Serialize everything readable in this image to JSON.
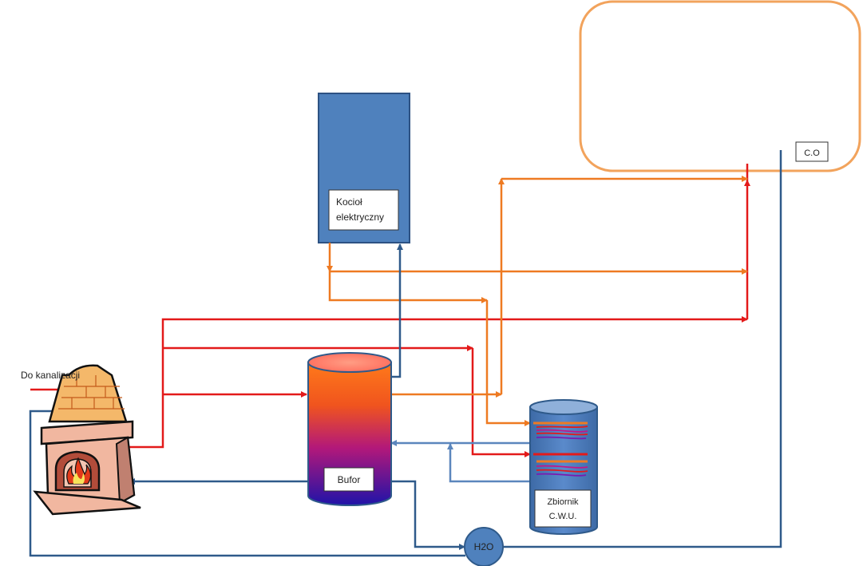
{
  "labels": {
    "kociol_line1": "Kocioł",
    "kociol_line2": "elektryczny",
    "bufor": "Bufor",
    "zbiornik_line1": "Zbiornik",
    "zbiornik_line2": "C.W.U.",
    "co": "C.O",
    "h2o": "H2O",
    "kanalizacja": "Do kanalizacji"
  },
  "colors": {
    "hot": "#e31a1a",
    "warm": "#ee7a22",
    "cold": "#2f5a8a",
    "cold_light": "#5b86bd",
    "boiler": "#4f81bd",
    "room_border": "#f2a35c"
  }
}
